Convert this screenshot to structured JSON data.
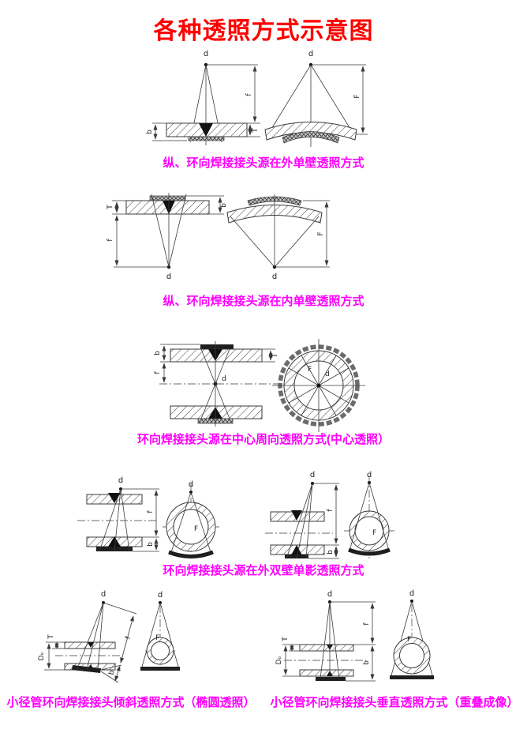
{
  "title": "各种透照方式示意图",
  "colors": {
    "title": "#fe0000",
    "caption": "#ff00fe",
    "line": "#3a3a3a"
  },
  "labels": {
    "d": "d",
    "f": "f",
    "F": "F",
    "b": "b",
    "T": "T",
    "Do": "Dₒ"
  },
  "captions": {
    "single_wall_outside": "纵、环向焊接接头源在外单壁透照方式",
    "single_wall_inside": "纵、环向焊接接头源在内单壁透照方式",
    "center_panoramic": "环向焊接接头源在中心周向透照方式(中心透照）",
    "double_wall_single_image": "环向焊接接头源在外双壁单影透照方式",
    "small_pipe_oblique": "小径管环向焊接接头倾斜透照方式（椭圆透照）",
    "small_pipe_vertical": "小径管环向焊接接头垂直透照方式（重叠成像）"
  }
}
